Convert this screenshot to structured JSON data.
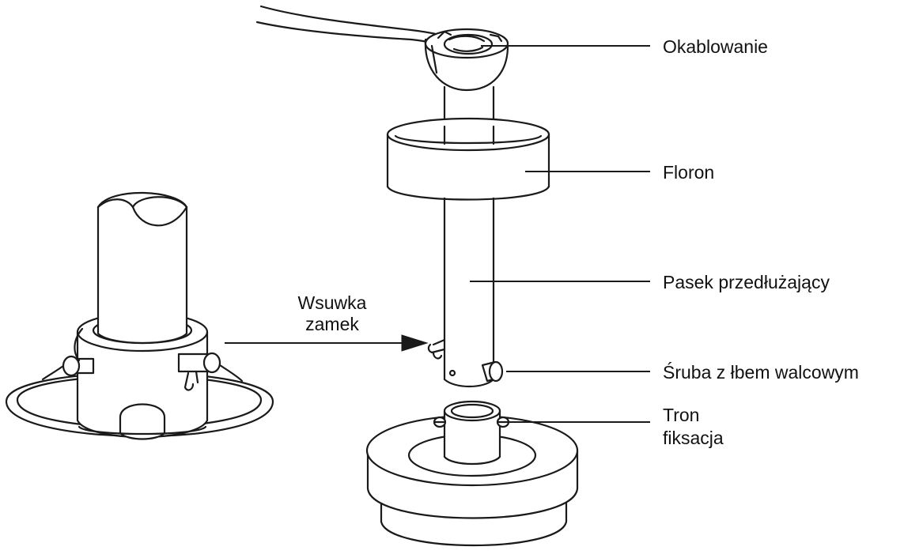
{
  "labels": {
    "okablowanie": "Okablowanie",
    "floron": "Floron",
    "pasek": "Pasek przedłużający",
    "sruba": "Śruba z łbem walcowym",
    "tron_line1": "Tron",
    "tron_line2": "fiksacja",
    "wsuwka_line1": "Wsuwka",
    "wsuwka_line2": "zamek"
  },
  "colors": {
    "ink": "#1a1a1a",
    "background": "#ffffff"
  }
}
